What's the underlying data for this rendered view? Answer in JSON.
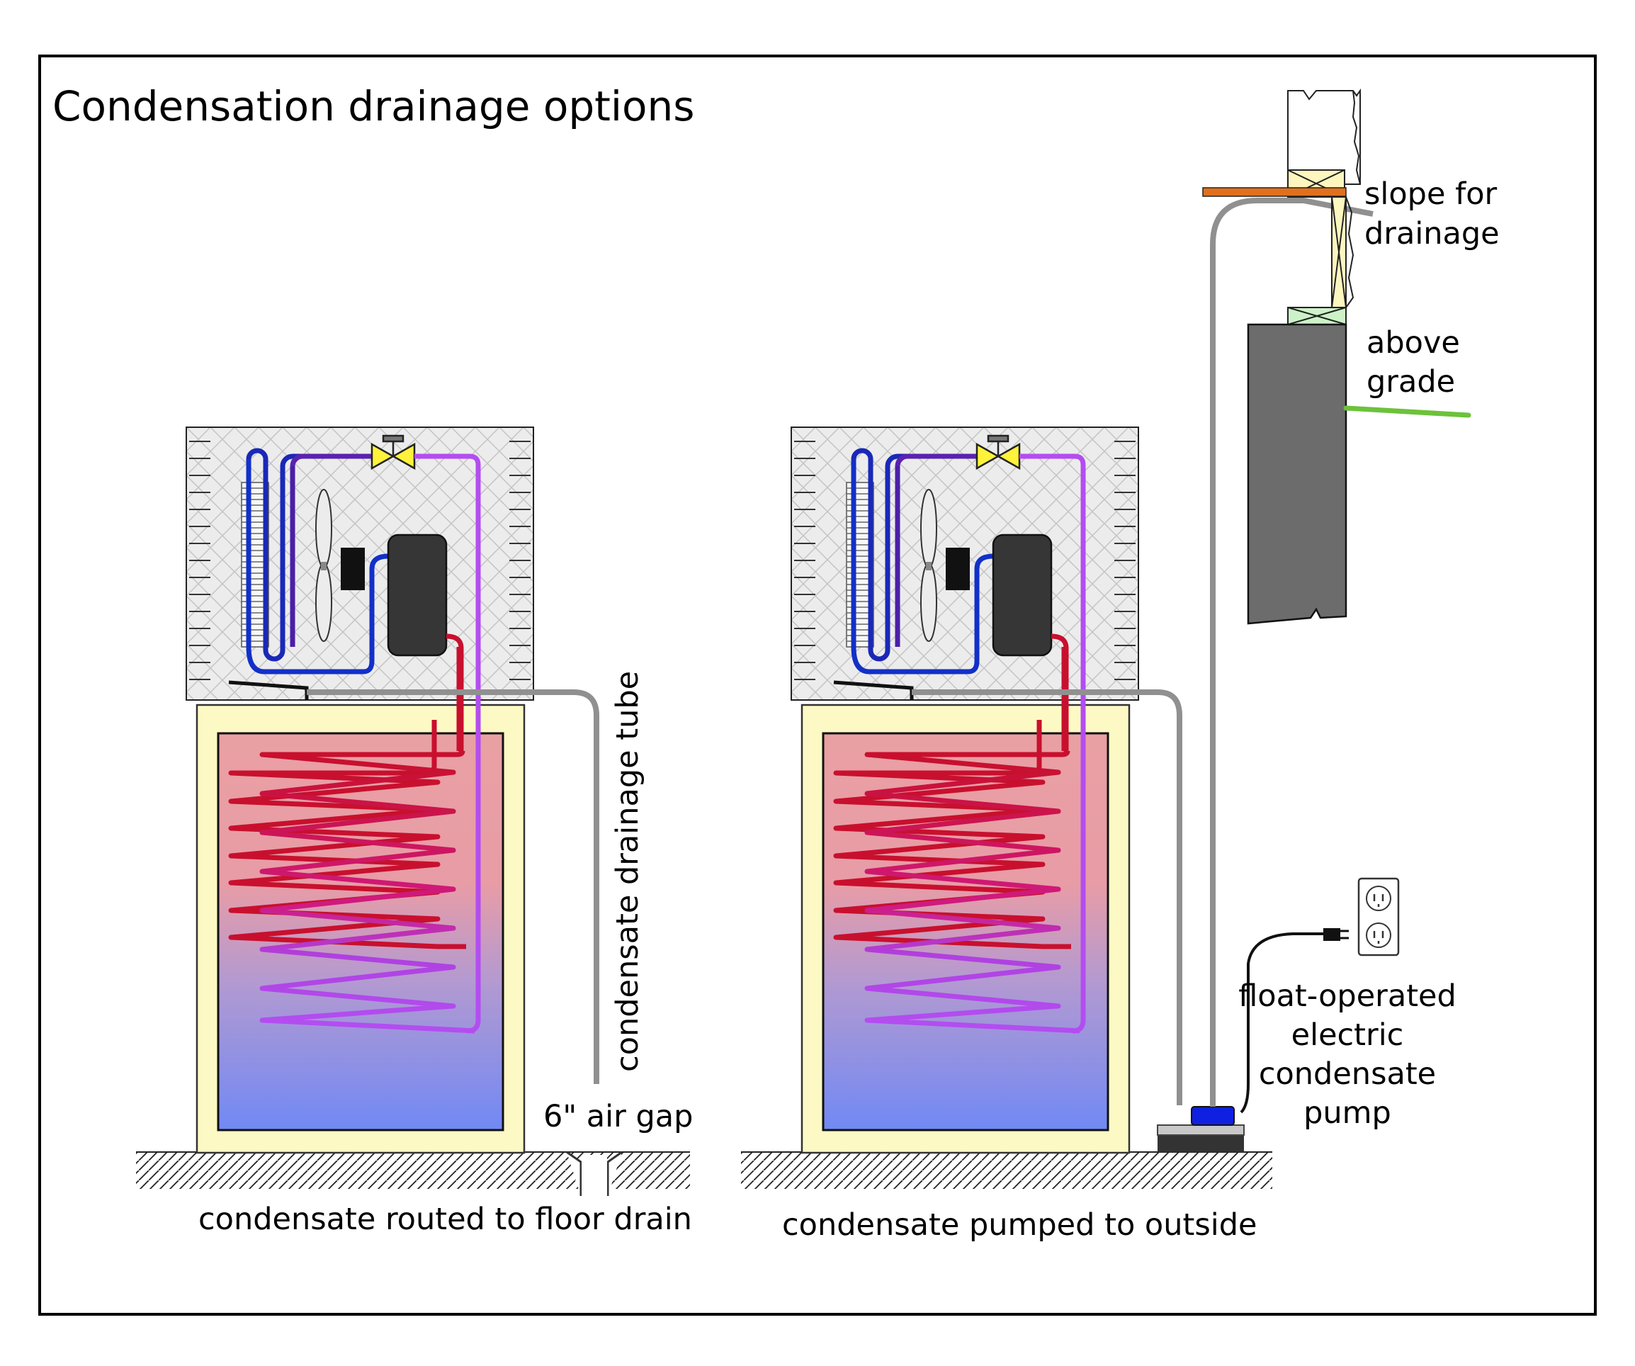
{
  "title": "Condensation drainage options",
  "labels": {
    "drain_tube": "condensate drainage tube",
    "air_gap": "6\" air gap",
    "slope": [
      "slope for",
      "drainage"
    ],
    "above_grade": [
      "above",
      "grade"
    ],
    "pump": [
      "float-operated",
      "electric",
      "condensate",
      "pump"
    ]
  },
  "captions": {
    "left": "condensate routed to floor drain",
    "right": "condensate pumped to outside"
  },
  "colors": {
    "frame": "#000000",
    "tank_jacket": "#fdf9c4",
    "tank_top": "#e9a0a3",
    "tank_bottom": "#7189f4",
    "hot_coil": "#c8102e",
    "cold_coil": "#b34df0",
    "evaporator_tube": "#1230c8",
    "expansion_valve": "#fff23a",
    "compressor": "#363636",
    "drain_tube": "#909090",
    "wall_concrete": "#6c6c6c",
    "wall_framing": "#fdf6bf",
    "sill_plate": "#cdf2c8",
    "sill_flange": "#e0701e",
    "grade_line": "#6cc23a",
    "pump_body": "#1020e0"
  }
}
